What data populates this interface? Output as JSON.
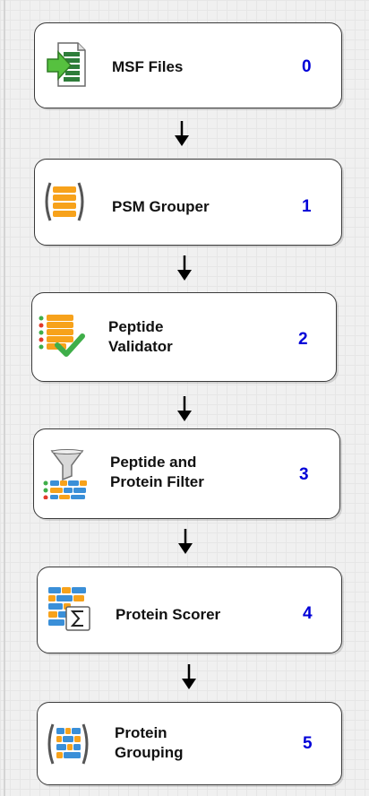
{
  "workflow": {
    "nodes": [
      {
        "label_lines": [
          "MSF Files"
        ],
        "index": "0",
        "icon": "msf-files-icon"
      },
      {
        "label_lines": [
          "PSM Grouper"
        ],
        "index": "1",
        "icon": "psm-grouper-icon"
      },
      {
        "label_lines": [
          "Peptide",
          "Validator"
        ],
        "index": "2",
        "icon": "peptide-validator-icon"
      },
      {
        "label_lines": [
          "Peptide and",
          "Protein Filter"
        ],
        "index": "3",
        "icon": "peptide-protein-filter-icon"
      },
      {
        "label_lines": [
          "Protein Scorer"
        ],
        "index": "4",
        "icon": "protein-scorer-icon"
      },
      {
        "label_lines": [
          "Protein",
          "Grouping"
        ],
        "index": "5",
        "icon": "protein-grouping-icon"
      }
    ],
    "colors": {
      "index_blue": "#0000d8",
      "orange": "#f7a21b",
      "green": "#3fae49",
      "blue_bar": "#3a8fd8",
      "red_dot": "#e23a2a"
    }
  }
}
